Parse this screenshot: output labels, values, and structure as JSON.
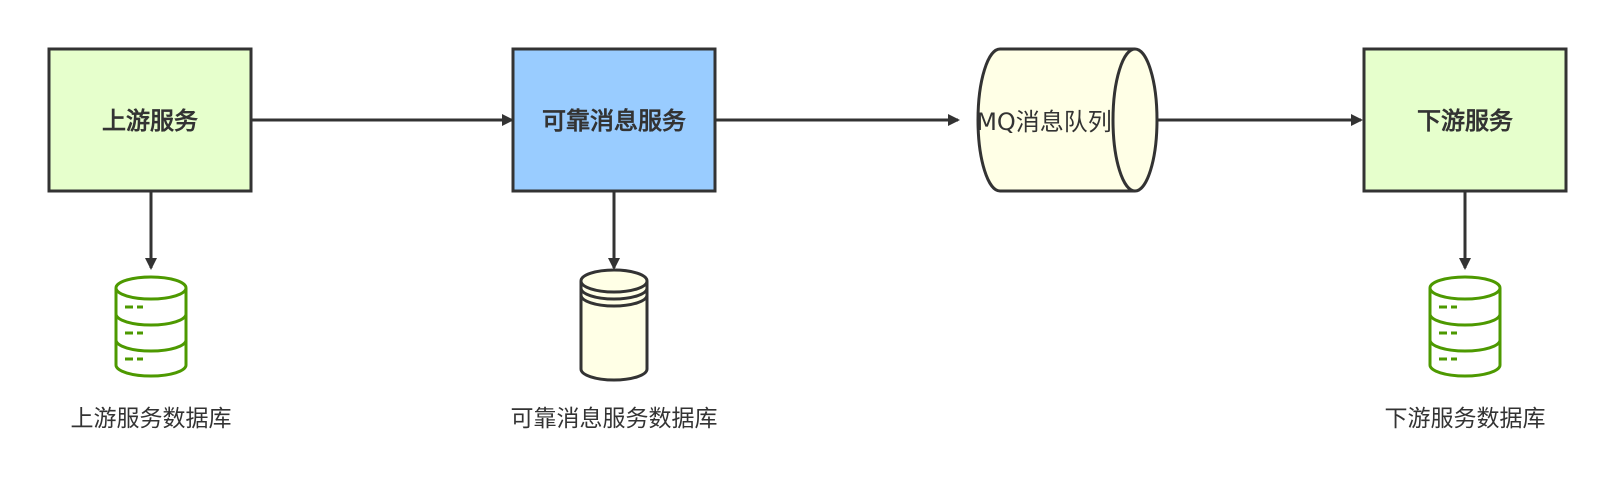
{
  "nodes": {
    "upstream_service": {
      "label": "上游服务",
      "fill": "#e6ffcc"
    },
    "reliable_message_service": {
      "label": "可靠消息服务",
      "fill": "#99ccff"
    },
    "mq_queue": {
      "label": "MQ消息队列",
      "fill": "#ffffe6"
    },
    "downstream_service": {
      "label": "下游服务",
      "fill": "#e6ffcc"
    }
  },
  "databases": {
    "upstream_db": {
      "label": "上游服务数据库",
      "color": "#4d9900"
    },
    "reliable_db": {
      "label": "可靠消息服务数据库",
      "fill": "#ffffe6"
    },
    "downstream_db": {
      "label": "下游服务数据库",
      "color": "#4d9900"
    }
  },
  "colors": {
    "stroke": "#333333",
    "db_green": "#4d9900"
  }
}
